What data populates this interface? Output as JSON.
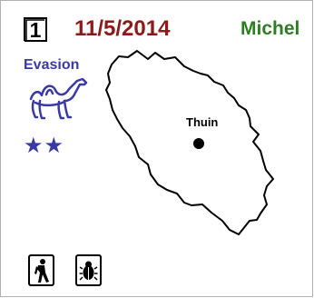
{
  "card": {
    "number": "1",
    "date": "11/5/2014",
    "name": "Michel",
    "category": "Evasion",
    "category_icon": "camel-icon",
    "rating_stars": 2,
    "stars_text": "★★",
    "map": {
      "place_label": "Thuin",
      "marker": "location-dot"
    },
    "badges": [
      {
        "icon": "hiker-icon"
      },
      {
        "icon": "bug-icon"
      }
    ],
    "colors": {
      "date": "#8b1a1a",
      "name": "#2e7d24",
      "category": "#3a3aa5",
      "stars": "#3a3aa5"
    }
  }
}
